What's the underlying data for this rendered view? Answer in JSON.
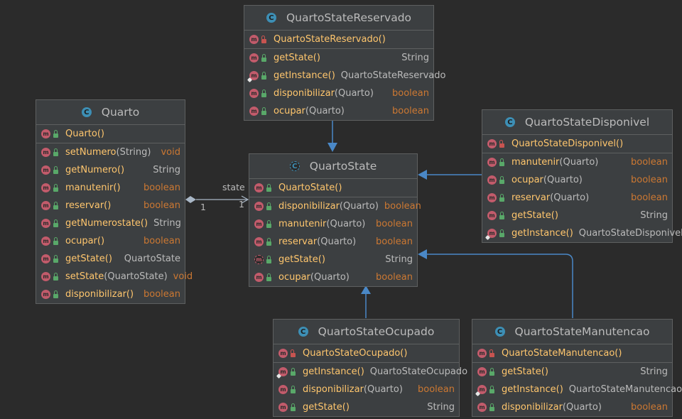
{
  "classes": {
    "quarto": {
      "name": "Quarto",
      "constructor": {
        "name": "Quarto()",
        "params": "",
        "return": ""
      },
      "methods": [
        {
          "name": "setNumero",
          "params": "(String)",
          "return": "void"
        },
        {
          "name": "getNumero()",
          "params": "",
          "return": "String"
        },
        {
          "name": "manutenir()",
          "params": "",
          "return": "boolean"
        },
        {
          "name": "reservar()",
          "params": "",
          "return": "boolean"
        },
        {
          "name": "getNumerostate()",
          "params": "",
          "return": "String"
        },
        {
          "name": "ocupar()",
          "params": "",
          "return": "boolean"
        },
        {
          "name": "getState()",
          "params": "",
          "return": "QuartoState"
        },
        {
          "name": "setState",
          "params": "(QuartoState)",
          "return": "void"
        },
        {
          "name": "disponibilizar()",
          "params": "",
          "return": "boolean"
        }
      ]
    },
    "state": {
      "name": "QuartoState",
      "constructor": {
        "name": "QuartoState()",
        "params": "",
        "return": ""
      },
      "methods": [
        {
          "name": "disponibilizar",
          "params": "(Quarto)",
          "return": "boolean"
        },
        {
          "name": "manutenir",
          "params": "(Quarto)",
          "return": "boolean"
        },
        {
          "name": "reservar",
          "params": "(Quarto)",
          "return": "boolean"
        },
        {
          "name": "getState()",
          "params": "",
          "return": "String"
        },
        {
          "name": "ocupar",
          "params": "(Quarto)",
          "return": "boolean"
        }
      ]
    },
    "reservado": {
      "name": "QuartoStateReservado",
      "constructor": {
        "name": "QuartoStateReservado()",
        "params": "",
        "return": ""
      },
      "methods": [
        {
          "name": "getState()",
          "params": "",
          "return": "String"
        },
        {
          "name": "getInstance()",
          "params": "",
          "return": "QuartoStateReservado"
        },
        {
          "name": "disponibilizar",
          "params": "(Quarto)",
          "return": "boolean"
        },
        {
          "name": "ocupar",
          "params": "(Quarto)",
          "return": "boolean"
        }
      ]
    },
    "disponivel": {
      "name": "QuartoStateDisponivel",
      "constructor": {
        "name": "QuartoStateDisponivel()",
        "params": "",
        "return": ""
      },
      "methods": [
        {
          "name": "manutenir",
          "params": "(Quarto)",
          "return": "boolean"
        },
        {
          "name": "ocupar",
          "params": "(Quarto)",
          "return": "boolean"
        },
        {
          "name": "reservar",
          "params": "(Quarto)",
          "return": "boolean"
        },
        {
          "name": "getState()",
          "params": "",
          "return": "String"
        },
        {
          "name": "getInstance()",
          "params": "",
          "return": "QuartoStateDisponivel"
        }
      ]
    },
    "ocupado": {
      "name": "QuartoStateOcupado",
      "constructor": {
        "name": "QuartoStateOcupado()",
        "params": "",
        "return": ""
      },
      "methods": [
        {
          "name": "getInstance()",
          "params": "",
          "return": "QuartoStateOcupado"
        },
        {
          "name": "disponibilizar",
          "params": "(Quarto)",
          "return": "boolean"
        },
        {
          "name": "getState()",
          "params": "",
          "return": "String"
        }
      ]
    },
    "manutencao": {
      "name": "QuartoStateManutencao",
      "constructor": {
        "name": "QuartoStateManutencao()",
        "params": "",
        "return": ""
      },
      "methods": [
        {
          "name": "getState()",
          "params": "",
          "return": "String"
        },
        {
          "name": "getInstance()",
          "params": "",
          "return": "QuartoStateManutencao"
        },
        {
          "name": "disponibilizar",
          "params": "(Quarto)",
          "return": "boolean"
        }
      ]
    }
  },
  "association": {
    "label": "state",
    "source_multiplicity": "1",
    "target_multiplicity": "1"
  },
  "icons": {
    "class": "C",
    "method": "m"
  },
  "colors": {
    "background": "#2b2b2b",
    "box": "#3c3f41",
    "border": "#5e6060",
    "method_name": "#ffc66d",
    "keyword_type": "#cc7832",
    "arrow": "#4a88c7",
    "association": "#a9b7c6"
  }
}
